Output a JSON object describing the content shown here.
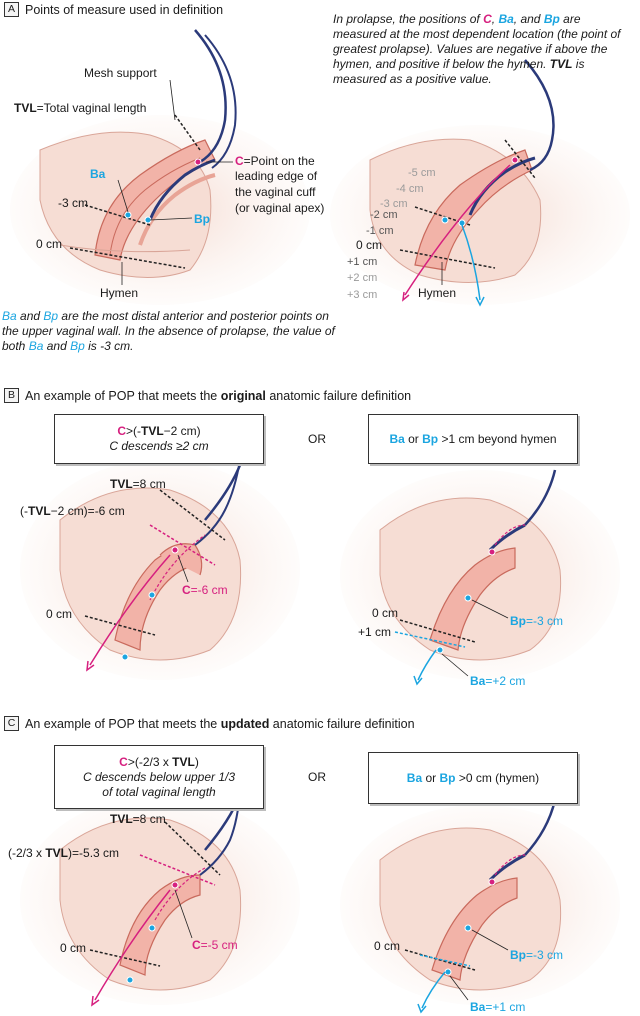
{
  "panel_a": {
    "letter": "A",
    "title": "Points of measure used in definition",
    "mesh_label": "Mesh support",
    "tvl_label": "TVL",
    "tvl_text": "=Total vaginal length",
    "ba": "Ba",
    "bp": "Bp",
    "c": "C",
    "c_def_1": "=Point on the",
    "c_def_2": "leading edge of",
    "c_def_3": "the vaginal cuff",
    "c_def_4": "(or vaginal apex)",
    "minus3": "-3 cm",
    "zero": "0 cm",
    "hymen": "Hymen",
    "scale": [
      "-5 cm",
      "-4 cm",
      "-3 cm",
      "-2 cm",
      "-1 cm",
      "0 cm",
      "+1 cm",
      "+2 cm",
      "+3 cm"
    ],
    "hymen_right": "Hymen",
    "note_right_1": "In prolapse, the positions of ",
    "note_right_c": "C",
    "note_right_comma": ", ",
    "note_right_ba": "Ba",
    "note_right_and": ", and ",
    "note_right_bp": "Bp",
    "note_right_2": " are measured at the most dependent location (the point of greatest prolapse). Values are negative if above the hymen, and positive if below the hymen. ",
    "note_right_tvl": "TVL",
    "note_right_3": " is measured as a positive value.",
    "note_left_ba": "Ba",
    "note_left_and": " and ",
    "note_left_bp": "Bp",
    "note_left_1": " are the most distal anterior and posterior points on the upper vaginal wall. In the absence of prolapse, the value of both ",
    "note_left_ba2": "Ba",
    "note_left_and2": " and ",
    "note_left_bp2": "Bp",
    "note_left_2": " is -3 cm."
  },
  "panel_b": {
    "letter": "B",
    "title_pre": "An example of POP that meets the ",
    "title_bold": "original",
    "title_post": " anatomic failure definition",
    "box_left_c": "C",
    "box_left_1": ">(-",
    "box_left_tvl": "TVL",
    "box_left_2": "−2 cm)",
    "box_left_line2": "C descends ≥2 cm",
    "or": "OR",
    "box_right_ba": "Ba",
    "box_right_or": " or ",
    "box_right_bp": "Bp",
    "box_right_rest": " >1 cm beyond hymen",
    "tvl_lbl": "TVL",
    "tvl_val": "=8 cm",
    "tvl2_pre": "(-",
    "tvl2_tvl": "TVL",
    "tvl2_post": "−2 cm)=-6 cm",
    "c_lbl": "C",
    "c_val": "=-6 cm",
    "zero_left": "0 cm",
    "zero_right": "0 cm",
    "plus1": "+1 cm",
    "bp_lbl": "Bp",
    "bp_val": "=-3 cm",
    "ba_lbl": "Ba",
    "ba_val": "=+2 cm"
  },
  "panel_c": {
    "letter": "C",
    "title_pre": "An example of POP that meets the ",
    "title_bold": "updated",
    "title_post": " anatomic failure definition",
    "box_left_c": "C",
    "box_left_1": ">(-2/3 x ",
    "box_left_tvl": "TVL",
    "box_left_2": ")",
    "box_left_line2": "C descends below upper 1/3",
    "box_left_line3": "of total vaginal length",
    "or": "OR",
    "box_right_ba": "Ba",
    "box_right_or": " or ",
    "box_right_bp": "Bp",
    "box_right_rest": " >0 cm  (hymen)",
    "tvl_lbl": "TVL",
    "tvl_val": "=8 cm",
    "tvl2_pre": "(-2/3 x ",
    "tvl2_tvl": "TVL",
    "tvl2_post": ")=-5.3 cm",
    "c_lbl": "C",
    "c_val": "=-5 cm",
    "zero_left": "0 cm",
    "zero_right": "0 cm",
    "bp_lbl": "Bp",
    "bp_val": "=-3 cm",
    "ba_lbl": "Ba",
    "ba_val": "=+1 cm"
  },
  "colors": {
    "magenta": "#d6207f",
    "blue": "#1ba5e0",
    "mesh": "#2b3a7a",
    "tissue": "#f2b3a8",
    "tissue_dark": "#d9786b",
    "background_tissue": "#f7e4dc"
  }
}
